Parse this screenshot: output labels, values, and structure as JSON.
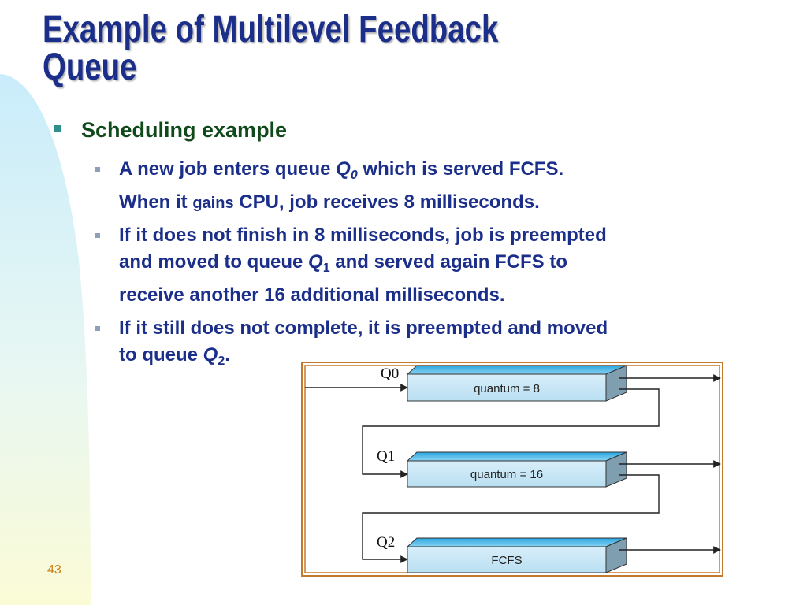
{
  "slide": {
    "title_line1": "Example of Multilevel Feedback",
    "title_line2": "Queue",
    "page_number": "43"
  },
  "bullets": {
    "level1": "Scheduling example",
    "items": [
      {
        "line1_pre": "A new job enters queue ",
        "line1_q": "Q",
        "line1_sub": "0",
        "line1_post": " which is served FCFS.",
        "line2_pre": "When it ",
        "line2_small": "gains",
        "line2_post": " CPU, job receives 8 milliseconds."
      },
      {
        "line1": "If it does not finish in 8 milliseconds, job is preempted",
        "line2_pre": "and moved to queue ",
        "line2_q": "Q",
        "line2_sub": "1",
        "line2_post": " and served again FCFS to",
        "line3": "receive another 16 additional milliseconds."
      },
      {
        "line1": "If it still does not complete, it is preempted and moved",
        "line2_pre": "to queue ",
        "line2_q": "Q",
        "line2_sub": "2",
        "line2_post": "."
      }
    ]
  },
  "diagram": {
    "queues": [
      {
        "label": "Q0",
        "box_text": "quantum = 8"
      },
      {
        "label": "Q1",
        "box_text": "quantum = 16"
      },
      {
        "label": "Q2",
        "box_text": "FCFS"
      }
    ]
  },
  "colors": {
    "title": "#1b2f8a",
    "level1_text": "#114a1a",
    "body_text": "#1b2f8a",
    "frame": "#c47a2c",
    "box_face": "#c6e4f5",
    "box_top": "#4fb7e6",
    "page_number": "#c87d12"
  }
}
